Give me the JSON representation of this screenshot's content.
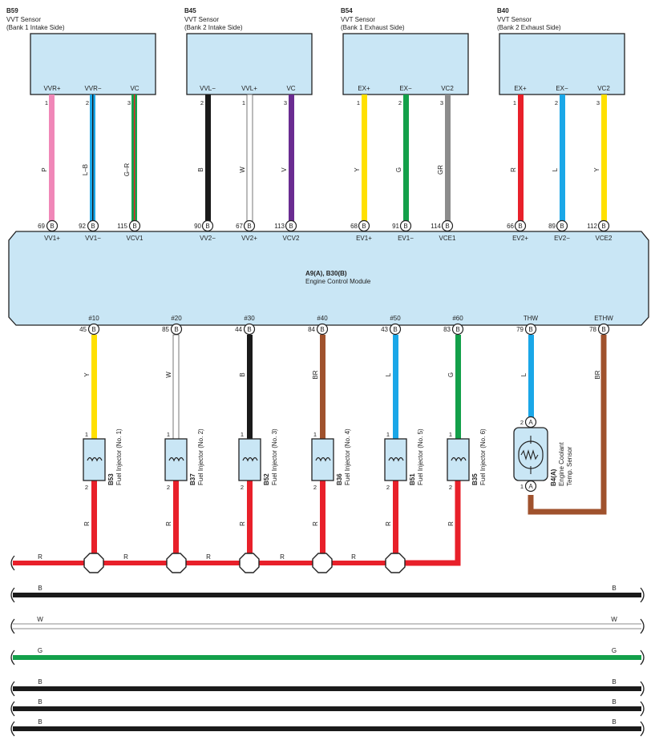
{
  "sensors": [
    {
      "code": "B59",
      "title": "VVT Sensor",
      "sub": "(Bank 1 Intake Side)",
      "pins": [
        {
          "label": "VVR+",
          "num": "1",
          "color_code": "P",
          "color": "#f087b8"
        },
        {
          "label": "VVR−",
          "num": "2",
          "color_code": "L–B",
          "color": "#1aa7e8"
        },
        {
          "label": "VC",
          "num": "3",
          "color_code": "G–R",
          "color": "#13a04a"
        }
      ]
    },
    {
      "code": "B45",
      "title": "VVT Sensor",
      "sub": "(Bank 2 Intake Side)",
      "pins": [
        {
          "label": "VVL−",
          "num": "2",
          "color_code": "B",
          "color": "#1a1a1a"
        },
        {
          "label": "VVL+",
          "num": "1",
          "color_code": "W",
          "color": "#ffffff"
        },
        {
          "label": "VC",
          "num": "3",
          "color_code": "V",
          "color": "#6a2c91"
        }
      ]
    },
    {
      "code": "B54",
      "title": "VVT Sensor",
      "sub": "(Bank 1 Exhaust Side)",
      "pins": [
        {
          "label": "EX+",
          "num": "1",
          "color_code": "Y",
          "color": "#ffe000"
        },
        {
          "label": "EX−",
          "num": "2",
          "color_code": "G",
          "color": "#13a04a"
        },
        {
          "label": "VC2",
          "num": "3",
          "color_code": "GR",
          "color": "#8c8c8c"
        }
      ]
    },
    {
      "code": "B40",
      "title": "VVT Sensor",
      "sub": "(Bank 2 Exhaust Side)",
      "pins": [
        {
          "label": "EX+",
          "num": "1",
          "color_code": "R",
          "color": "#e8202a"
        },
        {
          "label": "EX−",
          "num": "2",
          "color_code": "L",
          "color": "#1aa7e8"
        },
        {
          "label": "VC2",
          "num": "3",
          "color_code": "Y",
          "color": "#ffe000"
        }
      ]
    }
  ],
  "ecm": {
    "title": "A9(A), B30(B)",
    "subtitle": "Engine Control Module",
    "top_pins": [
      {
        "num": "69",
        "name": "VV1+"
      },
      {
        "num": "92",
        "name": "VV1−"
      },
      {
        "num": "115",
        "name": "VCV1"
      },
      {
        "num": "90",
        "name": "VV2−"
      },
      {
        "num": "67",
        "name": "VV2+"
      },
      {
        "num": "113",
        "name": "VCV2"
      },
      {
        "num": "68",
        "name": "EV1+"
      },
      {
        "num": "91",
        "name": "EV1−"
      },
      {
        "num": "114",
        "name": "VCE1"
      },
      {
        "num": "66",
        "name": "EV2+"
      },
      {
        "num": "89",
        "name": "EV2−"
      },
      {
        "num": "112",
        "name": "VCE2"
      }
    ],
    "bottom_pins": [
      {
        "num": "45",
        "name": "#10",
        "color_code": "Y",
        "color": "#ffe000"
      },
      {
        "num": "85",
        "name": "#20",
        "color_code": "W",
        "color": "#ffffff"
      },
      {
        "num": "44",
        "name": "#30",
        "color_code": "B",
        "color": "#1a1a1a"
      },
      {
        "num": "84",
        "name": "#40",
        "color_code": "BR",
        "color": "#a0522d"
      },
      {
        "num": "43",
        "name": "#50",
        "color_code": "L",
        "color": "#1aa7e8"
      },
      {
        "num": "83",
        "name": "#60",
        "color_code": "G",
        "color": "#13a04a"
      },
      {
        "num": "79",
        "name": "THW",
        "color_code": "L",
        "color": "#1aa7e8"
      },
      {
        "num": "78",
        "name": "ETHW",
        "color_code": "BR",
        "color": "#a0522d"
      }
    ],
    "connector_letter": "B"
  },
  "injectors": [
    {
      "code": "B53",
      "name": "Fuel Injector (No. 1)"
    },
    {
      "code": "B37",
      "name": "Fuel Injector (No. 2)"
    },
    {
      "code": "B52",
      "name": "Fuel Injector (No. 3)"
    },
    {
      "code": "B36",
      "name": "Fuel Injector (No. 4)"
    },
    {
      "code": "B51",
      "name": "Fuel Injector (No. 5)"
    },
    {
      "code": "B35",
      "name": "Fuel Injector (No. 6)"
    }
  ],
  "injector_pin_top": "1",
  "injector_pin_bottom": "2",
  "injector_wire_code": "R",
  "coolant_sensor": {
    "code": "B4(A)",
    "line1": "Engine Coolant",
    "line2": "Temp. Sensor",
    "pin_top": "2",
    "pin_bottom": "1",
    "connector_letter": "A"
  },
  "bus_lines": [
    {
      "code": "R",
      "color": "#e8202a"
    },
    {
      "code": "B",
      "color": "#1a1a1a"
    },
    {
      "code": "W",
      "color": "#ffffff"
    },
    {
      "code": "G",
      "color": "#13a04a"
    },
    {
      "code": "B",
      "color": "#1a1a1a"
    },
    {
      "code": "B",
      "color": "#1a1a1a"
    },
    {
      "code": "B",
      "color": "#1a1a1a"
    }
  ]
}
